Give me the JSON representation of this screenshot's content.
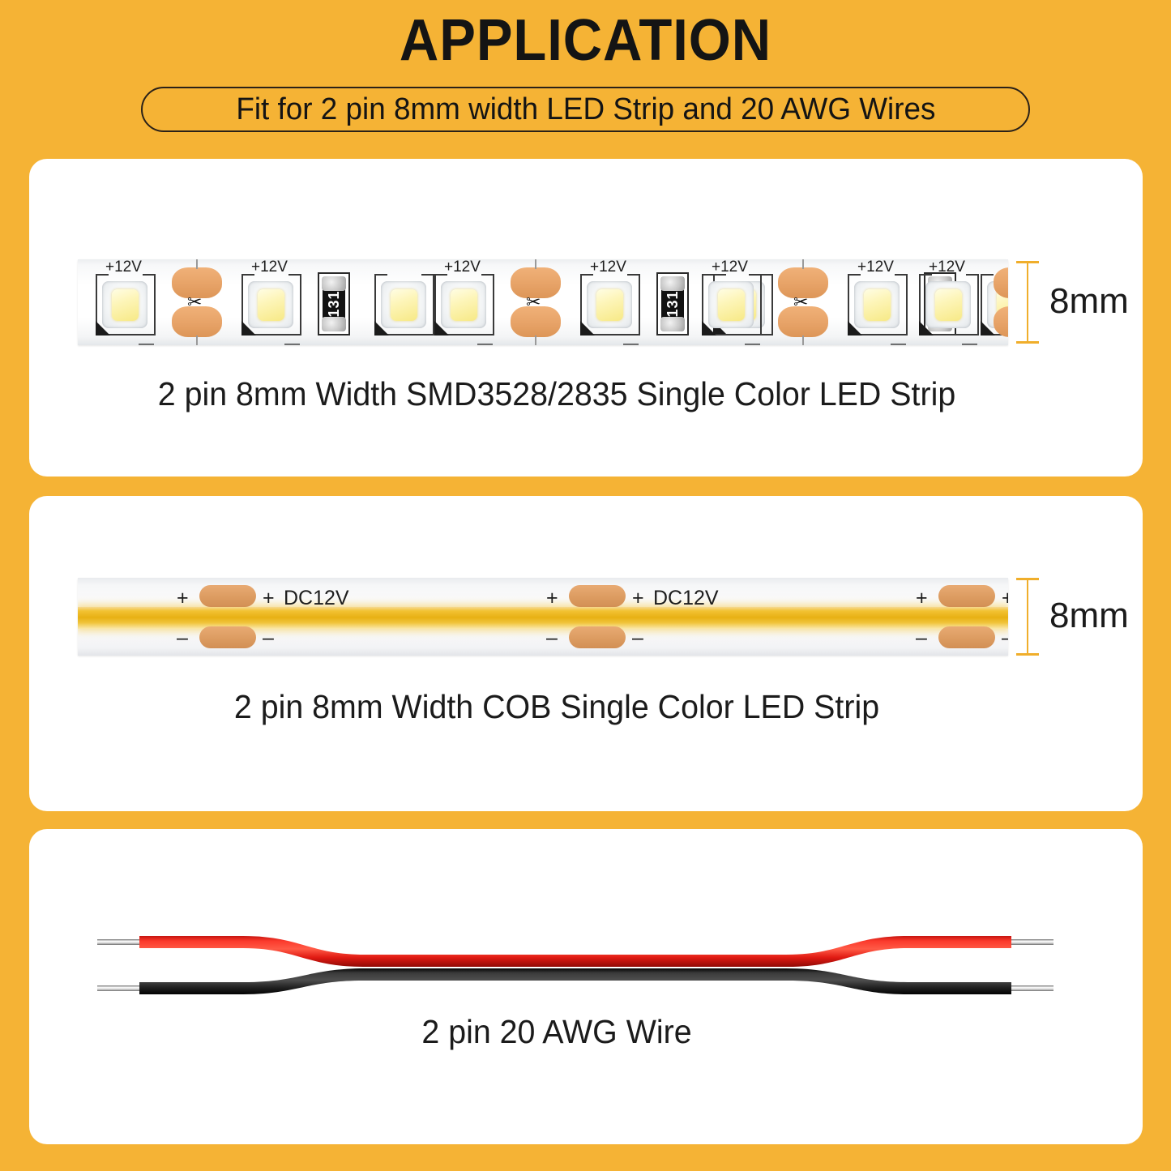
{
  "header": {
    "title": "APPLICATION",
    "subtitle": "Fit for 2 pin 8mm width LED Strip and 20 AWG Wires"
  },
  "theme": {
    "background": "#f5b335",
    "card_background": "#ffffff",
    "text": "#141414",
    "dimension_marker": "#f0ae2b",
    "copper_pad": "#dd9d62",
    "cob_phosphor": "#e8b114",
    "wire_positive": "#f02b22",
    "wire_negative": "#1c1c1c"
  },
  "cards": [
    {
      "id": "smd",
      "caption": "2 pin 8mm Width SMD3528/2835 Single Color LED Strip",
      "dimension": "8mm",
      "strip_type": "SMD3528/2835",
      "voltage_label": "+12V",
      "negative_label": "—",
      "resistor_code": "131",
      "cut_marker": "scissors",
      "repeat_units": 3,
      "units_per_repeat": [
        "led",
        "cut-pads",
        "led",
        "resistor",
        "led"
      ]
    },
    {
      "id": "cob",
      "caption": "2 pin 8mm Width COB Single Color LED Strip",
      "dimension": "8mm",
      "strip_type": "COB",
      "positive_sign": "+",
      "negative_sign": "–",
      "voltage_label": "DC12V",
      "pad_groups": 3
    },
    {
      "id": "wire",
      "caption": "2 pin 20 AWG Wire",
      "wire_gauge": "20 AWG",
      "conductors": 2,
      "colors": [
        "red",
        "black"
      ]
    }
  ]
}
